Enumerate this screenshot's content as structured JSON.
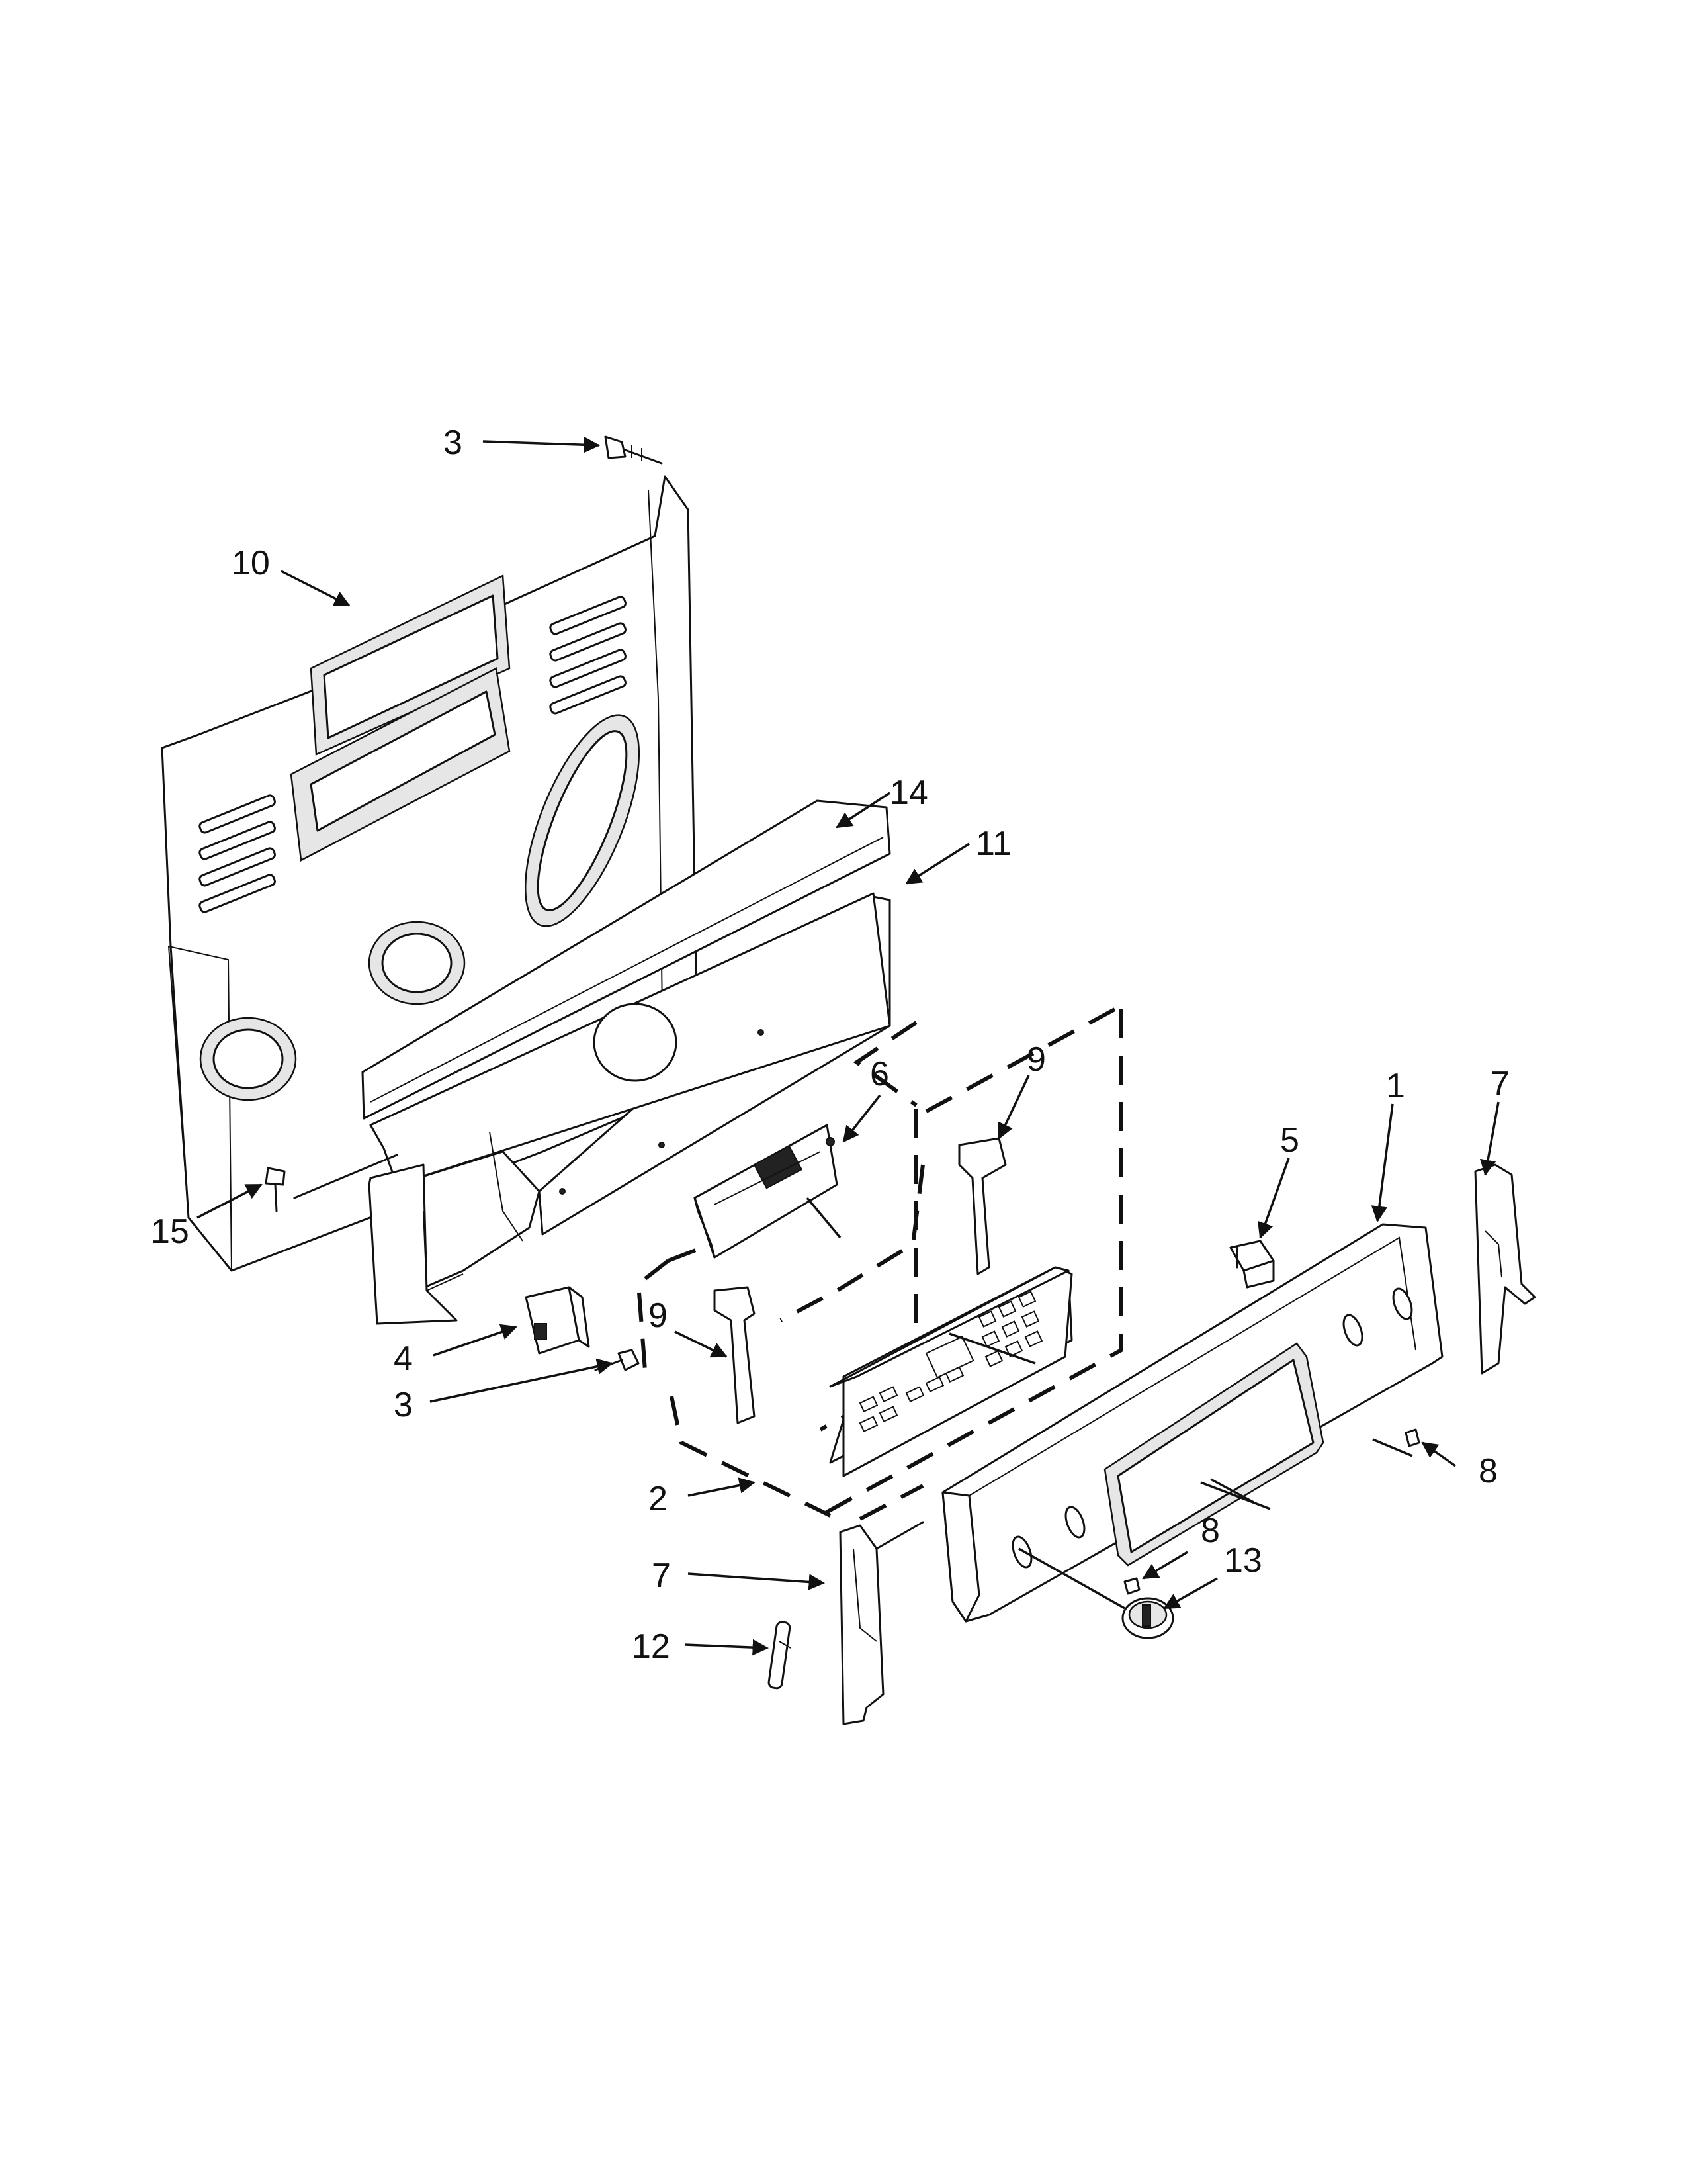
{
  "diagram": {
    "callouts": [
      {
        "id": "c3a",
        "label": "3"
      },
      {
        "id": "c10",
        "label": "10"
      },
      {
        "id": "c14",
        "label": "14"
      },
      {
        "id": "c11",
        "label": "11"
      },
      {
        "id": "c15",
        "label": "15"
      },
      {
        "id": "c9a",
        "label": "9"
      },
      {
        "id": "c6",
        "label": "6"
      },
      {
        "id": "c1",
        "label": "1"
      },
      {
        "id": "c7a",
        "label": "7"
      },
      {
        "id": "c5",
        "label": "5"
      },
      {
        "id": "c4",
        "label": "4"
      },
      {
        "id": "c9b",
        "label": "9"
      },
      {
        "id": "c3b",
        "label": "3"
      },
      {
        "id": "c8a",
        "label": "8"
      },
      {
        "id": "c2",
        "label": "2"
      },
      {
        "id": "c8b",
        "label": "8"
      },
      {
        "id": "c13",
        "label": "13"
      },
      {
        "id": "c7b",
        "label": "7"
      },
      {
        "id": "c12",
        "label": "12"
      }
    ]
  }
}
